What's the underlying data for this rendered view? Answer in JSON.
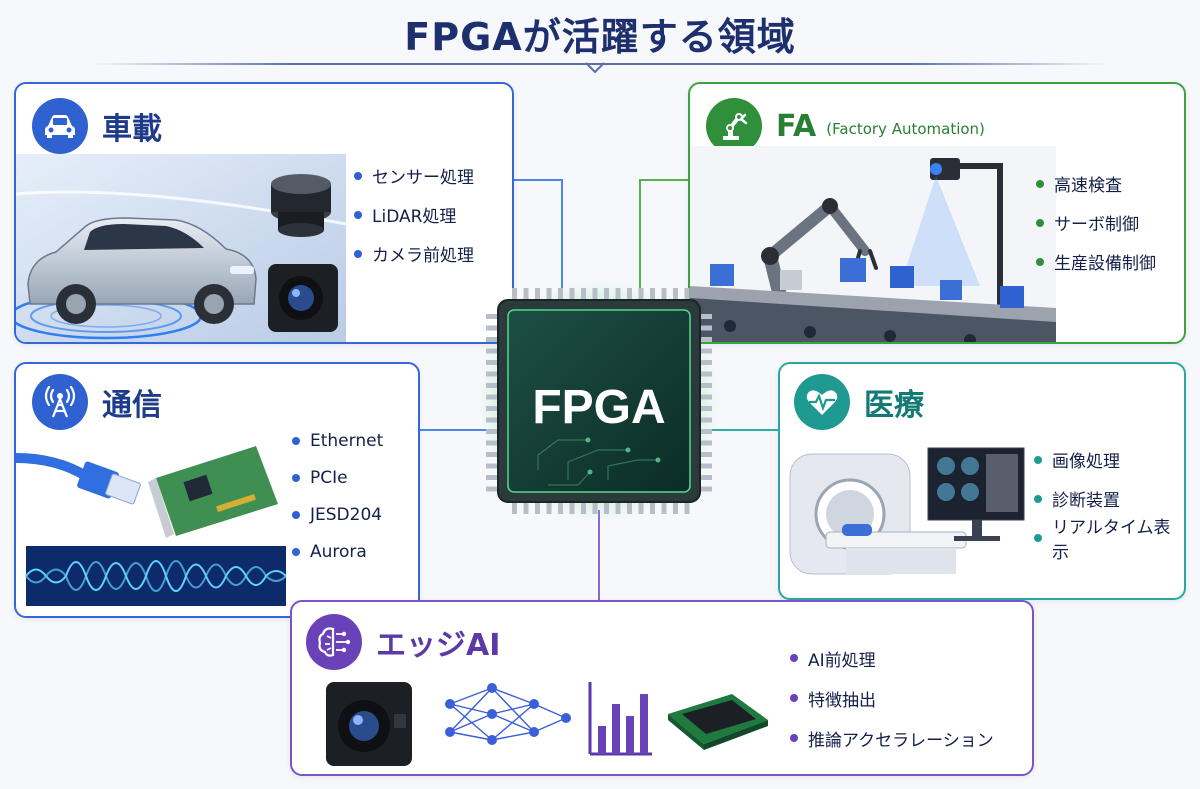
{
  "title": "FPGAが活躍する領域",
  "center": {
    "label": "FPGA"
  },
  "colors": {
    "automotive": "#3468d8",
    "fa": "#3da244",
    "communication": "#3468d8",
    "medical": "#2aa8a0",
    "edge_ai": "#7b55c6",
    "chip": "#0f3d35"
  },
  "areas": {
    "automotive": {
      "title": "車載",
      "icon": "car-icon",
      "items": [
        "センサー処理",
        "LiDAR処理",
        "カメラ前処理"
      ]
    },
    "fa": {
      "title": "FA",
      "subtitle": "(Factory Automation)",
      "icon": "robot-arm-icon",
      "items": [
        "高速検査",
        "サーボ制御",
        "生産設備制御"
      ]
    },
    "communication": {
      "title": "通信",
      "icon": "antenna-icon",
      "items": [
        "Ethernet",
        "PCIe",
        "JESD204",
        "Aurora"
      ]
    },
    "medical": {
      "title": "医療",
      "icon": "heart-pulse-icon",
      "items": [
        "画像処理",
        "診断装置",
        "リアルタイム表示"
      ]
    },
    "edge_ai": {
      "title": "エッジAI",
      "icon": "brain-circuit-icon",
      "items": [
        "AI前処理",
        "特徴抽出",
        "推論アクセラレーション"
      ]
    }
  }
}
